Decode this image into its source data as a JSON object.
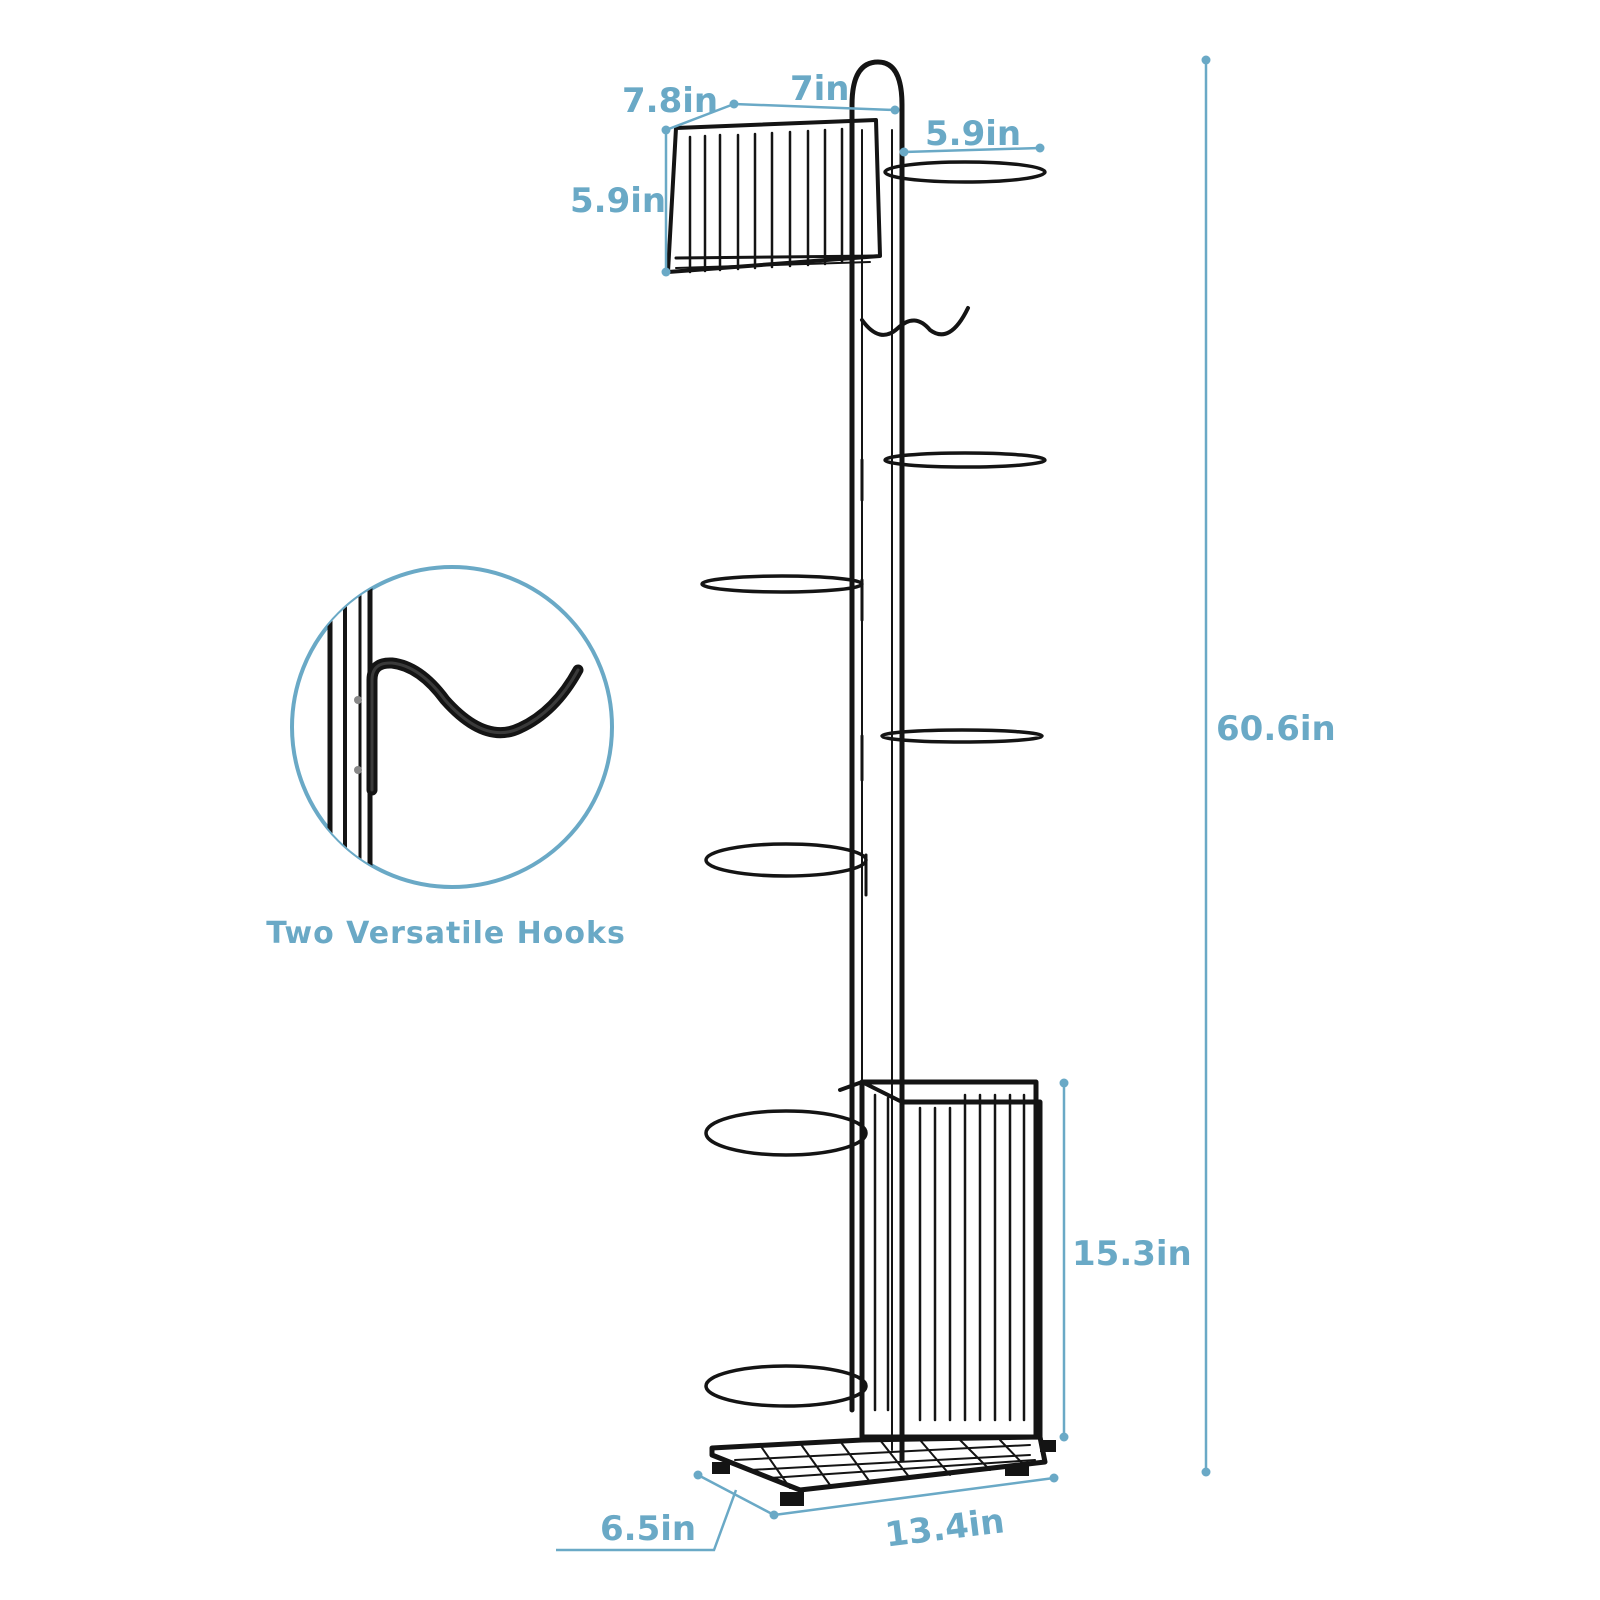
{
  "dimensions": {
    "top_basket_depth": "7.8in",
    "top_basket_width": "7in",
    "top_basket_height": "5.9in",
    "top_ring_diameter": "5.9in",
    "total_height": "60.6in",
    "bottom_bin_height": "15.3in",
    "base_depth": "6.5in",
    "base_width": "13.4in"
  },
  "callout": {
    "caption": "Two Versatile Hooks"
  },
  "colors": {
    "accent": "#6aa9c6",
    "frame": "#141414",
    "background": "#ffffff"
  }
}
